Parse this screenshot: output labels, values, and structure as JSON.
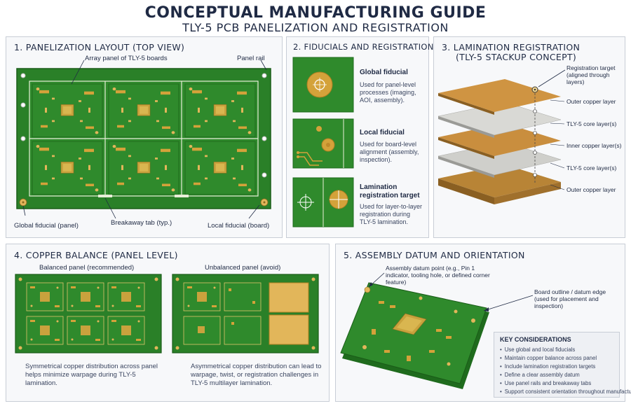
{
  "header": {
    "title": "CONCEPTUAL MANUFACTURING GUIDE",
    "subtitle": "TLY-5 PCB PANELIZATION AND REGISTRATION"
  },
  "colors": {
    "board_green": "#2f8a2c",
    "board_dark": "#1f6b1d",
    "copper": "#d4a23a",
    "copper_light": "#e2b65a",
    "core_gray": "#d8d8d4",
    "text": "#1f2a44"
  },
  "section1": {
    "title": "1.  PANELIZATION LAYOUT (TOP VIEW)",
    "label_array": "Array panel of TLY-5 boards",
    "label_rail": "Panel rail",
    "label_global": "Global fiducial (panel)",
    "label_tab": "Breakaway tab (typ.)",
    "label_local": "Local fiducial (board)"
  },
  "section2": {
    "title": "2.  FIDUCIALS AND REGISTRATION",
    "items": [
      {
        "name": "Global fiducial",
        "desc": "Used for panel-level processes (imaging, AOI, assembly)."
      },
      {
        "name": "Local fiducial",
        "desc": "Used for board-level alignment (assembly, inspection)."
      },
      {
        "name": "Lamination registration target",
        "desc": "Used for layer-to-layer registration during TLY-5 lamination."
      }
    ]
  },
  "section3": {
    "title_line1": "3.  LAMINATION REGISTRATION",
    "title_line2": "(TLY-5 STACKUP CONCEPT)",
    "target_label": "Registration target (aligned through layers)",
    "layers": [
      "Outer copper layer",
      "TLY-5 core layer(s)",
      "Inner copper layer(s)",
      "TLY-5 core layer(s)",
      "Outer copper layer"
    ]
  },
  "section4": {
    "title": "4.  COPPER BALANCE (PANEL LEVEL)",
    "balanced_label": "Balanced panel (recommended)",
    "unbalanced_label": "Unbalanced panel (avoid)",
    "balanced_desc": "Symmetrical copper distribution across panel helps minimize warpage during TLY-5 lamination.",
    "unbalanced_desc": "Asymmetrical copper distribution can lead to warpage, twist, or registration challenges in TLY-5 multilayer lamination."
  },
  "section5": {
    "title": "5.  ASSEMBLY DATUM AND ORIENTATION",
    "datum_label": "Assembly datum point (e.g., Pin 1 indicator, tooling hole, or defined corner feature)",
    "outline_label": "Board outline / datum edge (used for placement and inspection)",
    "key_title": "KEY CONSIDERATIONS",
    "key_items": [
      "Use global and local fiducials",
      "Maintain copper balance across panel",
      "Include lamination registration targets",
      "Define a clear assembly datum",
      "Use panel rails and breakaway tabs",
      "Support consistent orientation throughout manufacturing"
    ]
  }
}
